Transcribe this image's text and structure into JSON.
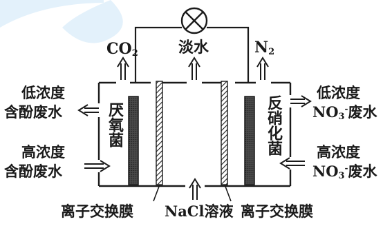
{
  "labels": {
    "co2": {
      "main": "CO",
      "sub": "2"
    },
    "fresh_water": "淡水",
    "n2": {
      "main": "N",
      "sub": "2"
    },
    "left_out_line1": "低浓度",
    "left_out_line2": "含酚废水",
    "left_in_line1": "高浓度",
    "left_in_line2": "含酚废水",
    "right_out_line1": "低浓度",
    "right_out_pre": "NO",
    "right_out_sub": "3",
    "right_out_sup": "-",
    "right_out_post": "废水",
    "right_in_line1": "高浓度",
    "right_in_pre": "NO",
    "right_in_sub": "3",
    "right_in_sup": "-",
    "right_in_post": "废水",
    "anaerobic": "厌氧菌",
    "denitrifying": "反硝化菌",
    "membrane_left": "离子交换膜",
    "nacl": "NaCl溶液",
    "membrane_right": "离子交换膜"
  },
  "colors": {
    "line": "#1a1a1a",
    "electrode": "#3a3a3a",
    "watermark": "#cfe6f7"
  },
  "icons": {
    "bulb": "lamp-circle-x-icon"
  }
}
